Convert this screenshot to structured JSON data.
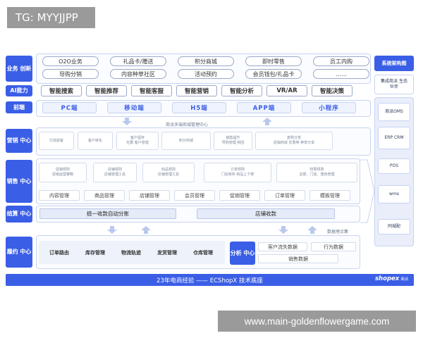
{
  "corner_tag": "TG: MYYJJPP",
  "watermark": "www.main-goldenflowergame.com",
  "rows": {
    "business": {
      "label": "业务 创新",
      "items": [
        "O2O业务",
        "礼品卡/赠送",
        "积分商城",
        "即时零售",
        "员工内购",
        "导购分销",
        "内容种草社区",
        "活动预约",
        "会员钱包/礼品卡",
        "……"
      ]
    },
    "ai": {
      "label": "AI能力",
      "items": [
        "智能搜索",
        "智能推荐",
        "智能客服",
        "智能营销",
        "智能分析",
        "VR/AR",
        "智能决策"
      ]
    },
    "frontend": {
      "label": "前端",
      "items": [
        "PC端",
        "移动端",
        "H5端",
        "APP端",
        "小程序"
      ]
    }
  },
  "center_caption": "商派多端商城管理中心",
  "marketing": {
    "label": "营销 中心",
    "boxes": [
      {
        "title": "引流获客",
        "sub": ""
      },
      {
        "title": "客户转化",
        "sub": ""
      },
      {
        "title": "客户留存",
        "sub": "社群  客户管理"
      },
      {
        "title": "积分商城",
        "sub": ""
      },
      {
        "title": "销售提升",
        "sub": "导购管理  拼团"
      },
      {
        "title": "复购分享",
        "sub": "促销商城  优惠券  种草分享"
      }
    ]
  },
  "sales": {
    "label": "销售 中心",
    "boxes": [
      {
        "title": "促销规则",
        "sub": "促销运营策略"
      },
      {
        "title": "店铺规则",
        "sub": "店铺管理工具"
      },
      {
        "title": "商品规则",
        "sub": "店铺管理工具"
      },
      {
        "title": "订单规则",
        "sub": "门店库存  商品上下架"
      },
      {
        "title": "权限规则",
        "sub": "总部、门店、角色管理"
      }
    ],
    "modules": [
      "内容管理",
      "商品管理",
      "店铺管理",
      "会员管理",
      "促销管理",
      "订单管理",
      "模板管理"
    ]
  },
  "settlement": {
    "label": "结算 中心",
    "left": "统一收款自动分账",
    "right": "店铺收款"
  },
  "data_caption": "数据埋点集",
  "fulfillment": {
    "label": "履约 中心",
    "items": [
      "订单路由",
      "库存管理",
      "物流轨迹",
      "发货管理",
      "仓库管理"
    ]
  },
  "analysis": {
    "label": "分析 中心",
    "items": [
      "客户流失数据",
      "行为数据",
      "销售数据"
    ]
  },
  "right_column": {
    "header": "系统架构图",
    "integrate": "集成商派 生态伙伴",
    "systems": [
      "商派OMS",
      "ERP CRM",
      "POS",
      "wms",
      "同城配"
    ]
  },
  "banner": {
    "text": "23年电商经验 —— ECShopX 技术底座",
    "logo": "shopex",
    "logo_sub": "商派"
  },
  "colors": {
    "primary": "#3a5ee6",
    "light_panel": "#e9eefa",
    "border": "#c7d3f1"
  }
}
